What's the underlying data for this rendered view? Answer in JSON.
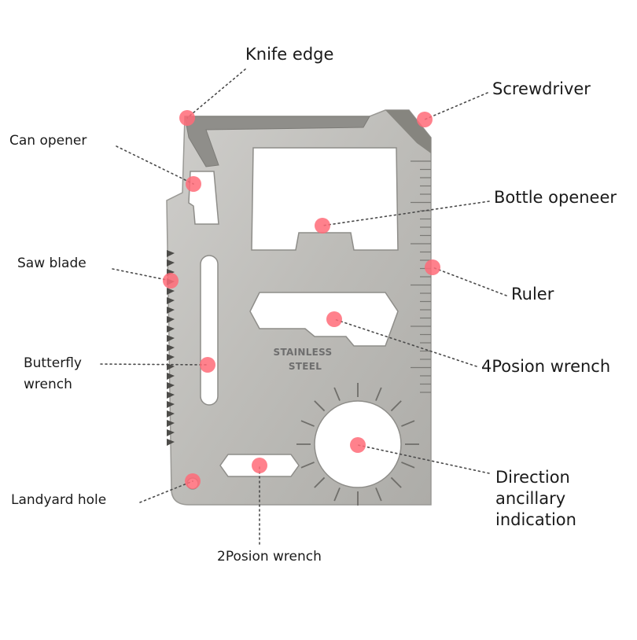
{
  "card": {
    "stamp_line1": "STAINLESS",
    "stamp_line2": "STEEL",
    "metal_color": "#bdbcb8",
    "marker_color": "#ff6b78"
  },
  "callouts": [
    {
      "id": "knife-edge",
      "text": "Knife edge"
    },
    {
      "id": "screwdriver",
      "text": "Screwdriver"
    },
    {
      "id": "can-opener",
      "text": "Can opener"
    },
    {
      "id": "bottle-opener",
      "text": "Bottle openeer"
    },
    {
      "id": "saw-blade",
      "text": "Saw blade"
    },
    {
      "id": "ruler",
      "text": "Ruler"
    },
    {
      "id": "butterfly-wrench",
      "text": "Butterfly\nwrench"
    },
    {
      "id": "four-posion-wrench",
      "text": "4Posion wrench"
    },
    {
      "id": "landyard-hole",
      "text": "Landyard hole"
    },
    {
      "id": "direction-indication",
      "text": "Direction\nancillary\nindication"
    },
    {
      "id": "two-posion-wrench",
      "text": "2Posion wrench"
    }
  ]
}
